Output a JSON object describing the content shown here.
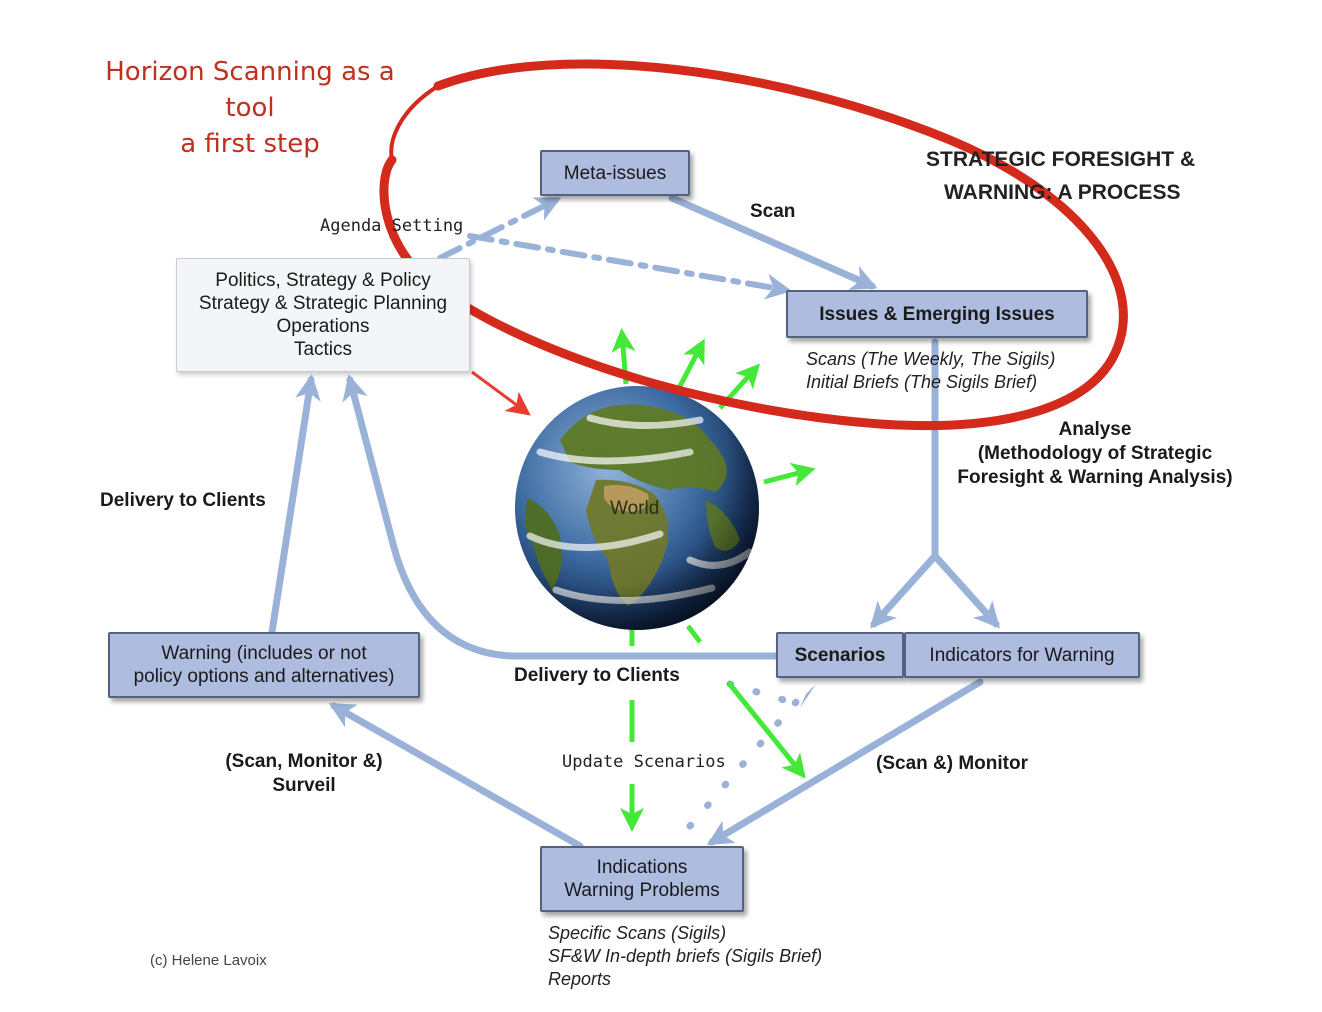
{
  "annotation": {
    "line1": "Horizon Scanning as a tool",
    "line2": "a first step"
  },
  "title": {
    "line1": "STRATEGIC FORESIGHT &",
    "line2": "WARNING: A PROCESS"
  },
  "nodes": {
    "meta_issues": "Meta-issues",
    "politics": [
      "Politics, Strategy & Policy",
      "Strategy & Strategic Planning",
      "Operations",
      "Tactics"
    ],
    "issues": "Issues & Emerging Issues",
    "world": "World",
    "scenarios": "Scenarios",
    "indicators": "Indicators for Warning",
    "warning": [
      "Warning (includes or not",
      "policy options and alternatives)"
    ],
    "indications": [
      "Indications",
      "Warning Problems"
    ]
  },
  "labels": {
    "agenda_setting": "Agenda Setting",
    "scan": "Scan",
    "delivery_left": "Delivery to Clients",
    "delivery_center": "Delivery to Clients",
    "analyse": [
      "Analyse",
      "(Methodology of Strategic",
      "Foresight & Warning Analysis)"
    ],
    "update_scenarios": "Update Scenarios",
    "scan_monitor_surveil": [
      "(Scan, Monitor &)",
      "Surveil"
    ],
    "scan_monitor": "(Scan &) Monitor"
  },
  "notes": {
    "issues": [
      "Scans (The Weekly, The Sigils)",
      "Initial Briefs (The Sigils Brief)"
    ],
    "indications": [
      "Specific Scans (Sigils)",
      "SF&W In-depth briefs (Sigils Brief)",
      "Reports"
    ]
  },
  "credit": "(c) Helene Lavoix",
  "colors": {
    "flow_arrow": "#9ab2d8",
    "update_arrow": "#44e838",
    "highlight": "#d42a1c",
    "box_fill": "#aebce0",
    "input_arrow": "#e83c30"
  }
}
